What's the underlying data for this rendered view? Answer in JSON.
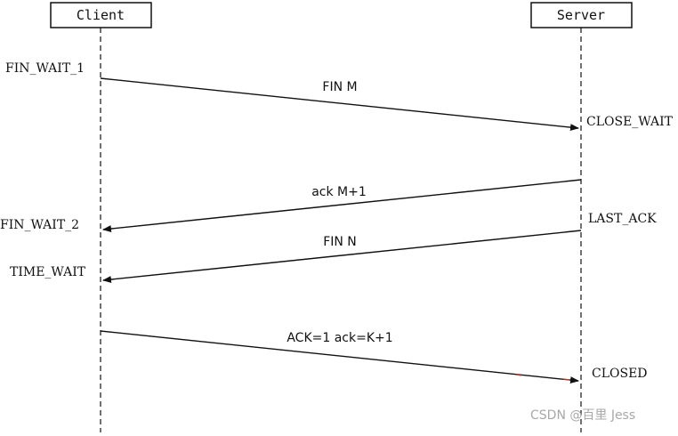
{
  "participants": {
    "client": "Client",
    "server": "Server"
  },
  "client_states": {
    "fin_wait_1": "FIN_WAIT_1",
    "fin_wait_2": "FIN_WAIT_2",
    "time_wait": "TIME_WAIT"
  },
  "server_states": {
    "close_wait": "CLOSE_WAIT",
    "last_ack": "LAST_ACK",
    "closed": "CLOSED"
  },
  "messages": {
    "fin_m": "FIN M",
    "ack_m1": "ack M+1",
    "fin_n": "FIN N",
    "ack_final": "ACK=1 ack=K+1"
  },
  "watermark": "CSDN @百里 Jess",
  "colors": {
    "line": "#111111",
    "watermark": "#a8a8a8",
    "accent_red": "#c0392b"
  }
}
